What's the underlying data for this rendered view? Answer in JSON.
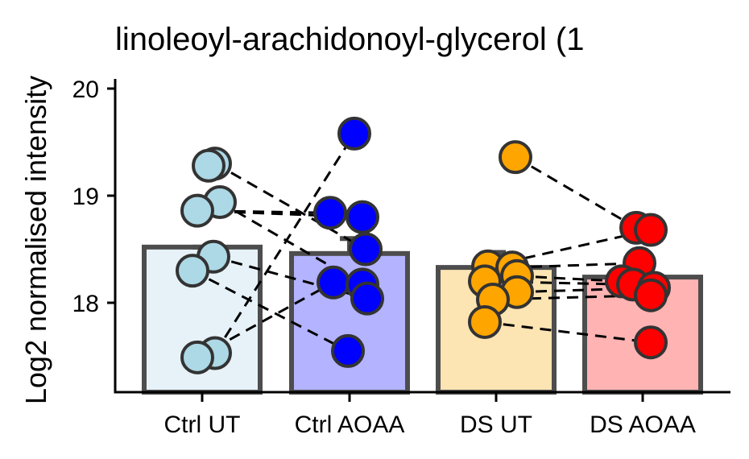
{
  "chart_data": {
    "type": "bar",
    "title": "linoleoyl-arachidonoyl-glycerol (1",
    "xlabel": "",
    "ylabel": "Log2 normalised intensity",
    "ylim": [
      17.18,
      20.1
    ],
    "yticks": [
      18,
      19,
      20
    ],
    "categories": [
      "Ctrl UT",
      "Ctrl AOAA",
      "DS UT",
      "DS AOAA"
    ],
    "bar_means": [
      18.52,
      18.46,
      18.33,
      18.24
    ],
    "error_upper": [
      18.52,
      18.6,
      18.47,
      18.35
    ],
    "bar_fills": [
      "#e6f2f8",
      "#b3b3ff",
      "#fde4b3",
      "#ffb3b3"
    ],
    "point_fills": [
      "#add8e6",
      "#0000ff",
      "#ffa500",
      "#ff0000"
    ],
    "points": [
      [
        19.3,
        19.28,
        18.94,
        18.86,
        18.43,
        18.3,
        17.53,
        17.49
      ],
      [
        19.58,
        18.84,
        18.8,
        18.5,
        18.19,
        18.17,
        18.04,
        17.55
      ],
      [
        19.36,
        18.34,
        18.33,
        18.25,
        18.2,
        18.1,
        18.03,
        17.82
      ],
      [
        18.7,
        18.68,
        18.37,
        18.2,
        18.17,
        18.14,
        18.07,
        17.63
      ]
    ],
    "pairs": [
      [
        [
          19.3,
          18.5
        ],
        [
          18.94,
          18.17
        ],
        [
          18.86,
          18.84
        ],
        [
          18.86,
          18.8
        ],
        [
          18.43,
          18.04
        ],
        [
          18.3,
          17.55
        ],
        [
          17.53,
          19.58
        ],
        [
          17.49,
          18.19
        ]
      ],
      [
        [
          19.36,
          18.7
        ],
        [
          18.34,
          18.68
        ],
        [
          18.33,
          18.37
        ],
        [
          18.25,
          18.2
        ],
        [
          18.2,
          18.17
        ],
        [
          18.1,
          18.14
        ],
        [
          18.03,
          18.07
        ],
        [
          17.82,
          17.63
        ]
      ]
    ],
    "grid": false,
    "legend": "none"
  }
}
